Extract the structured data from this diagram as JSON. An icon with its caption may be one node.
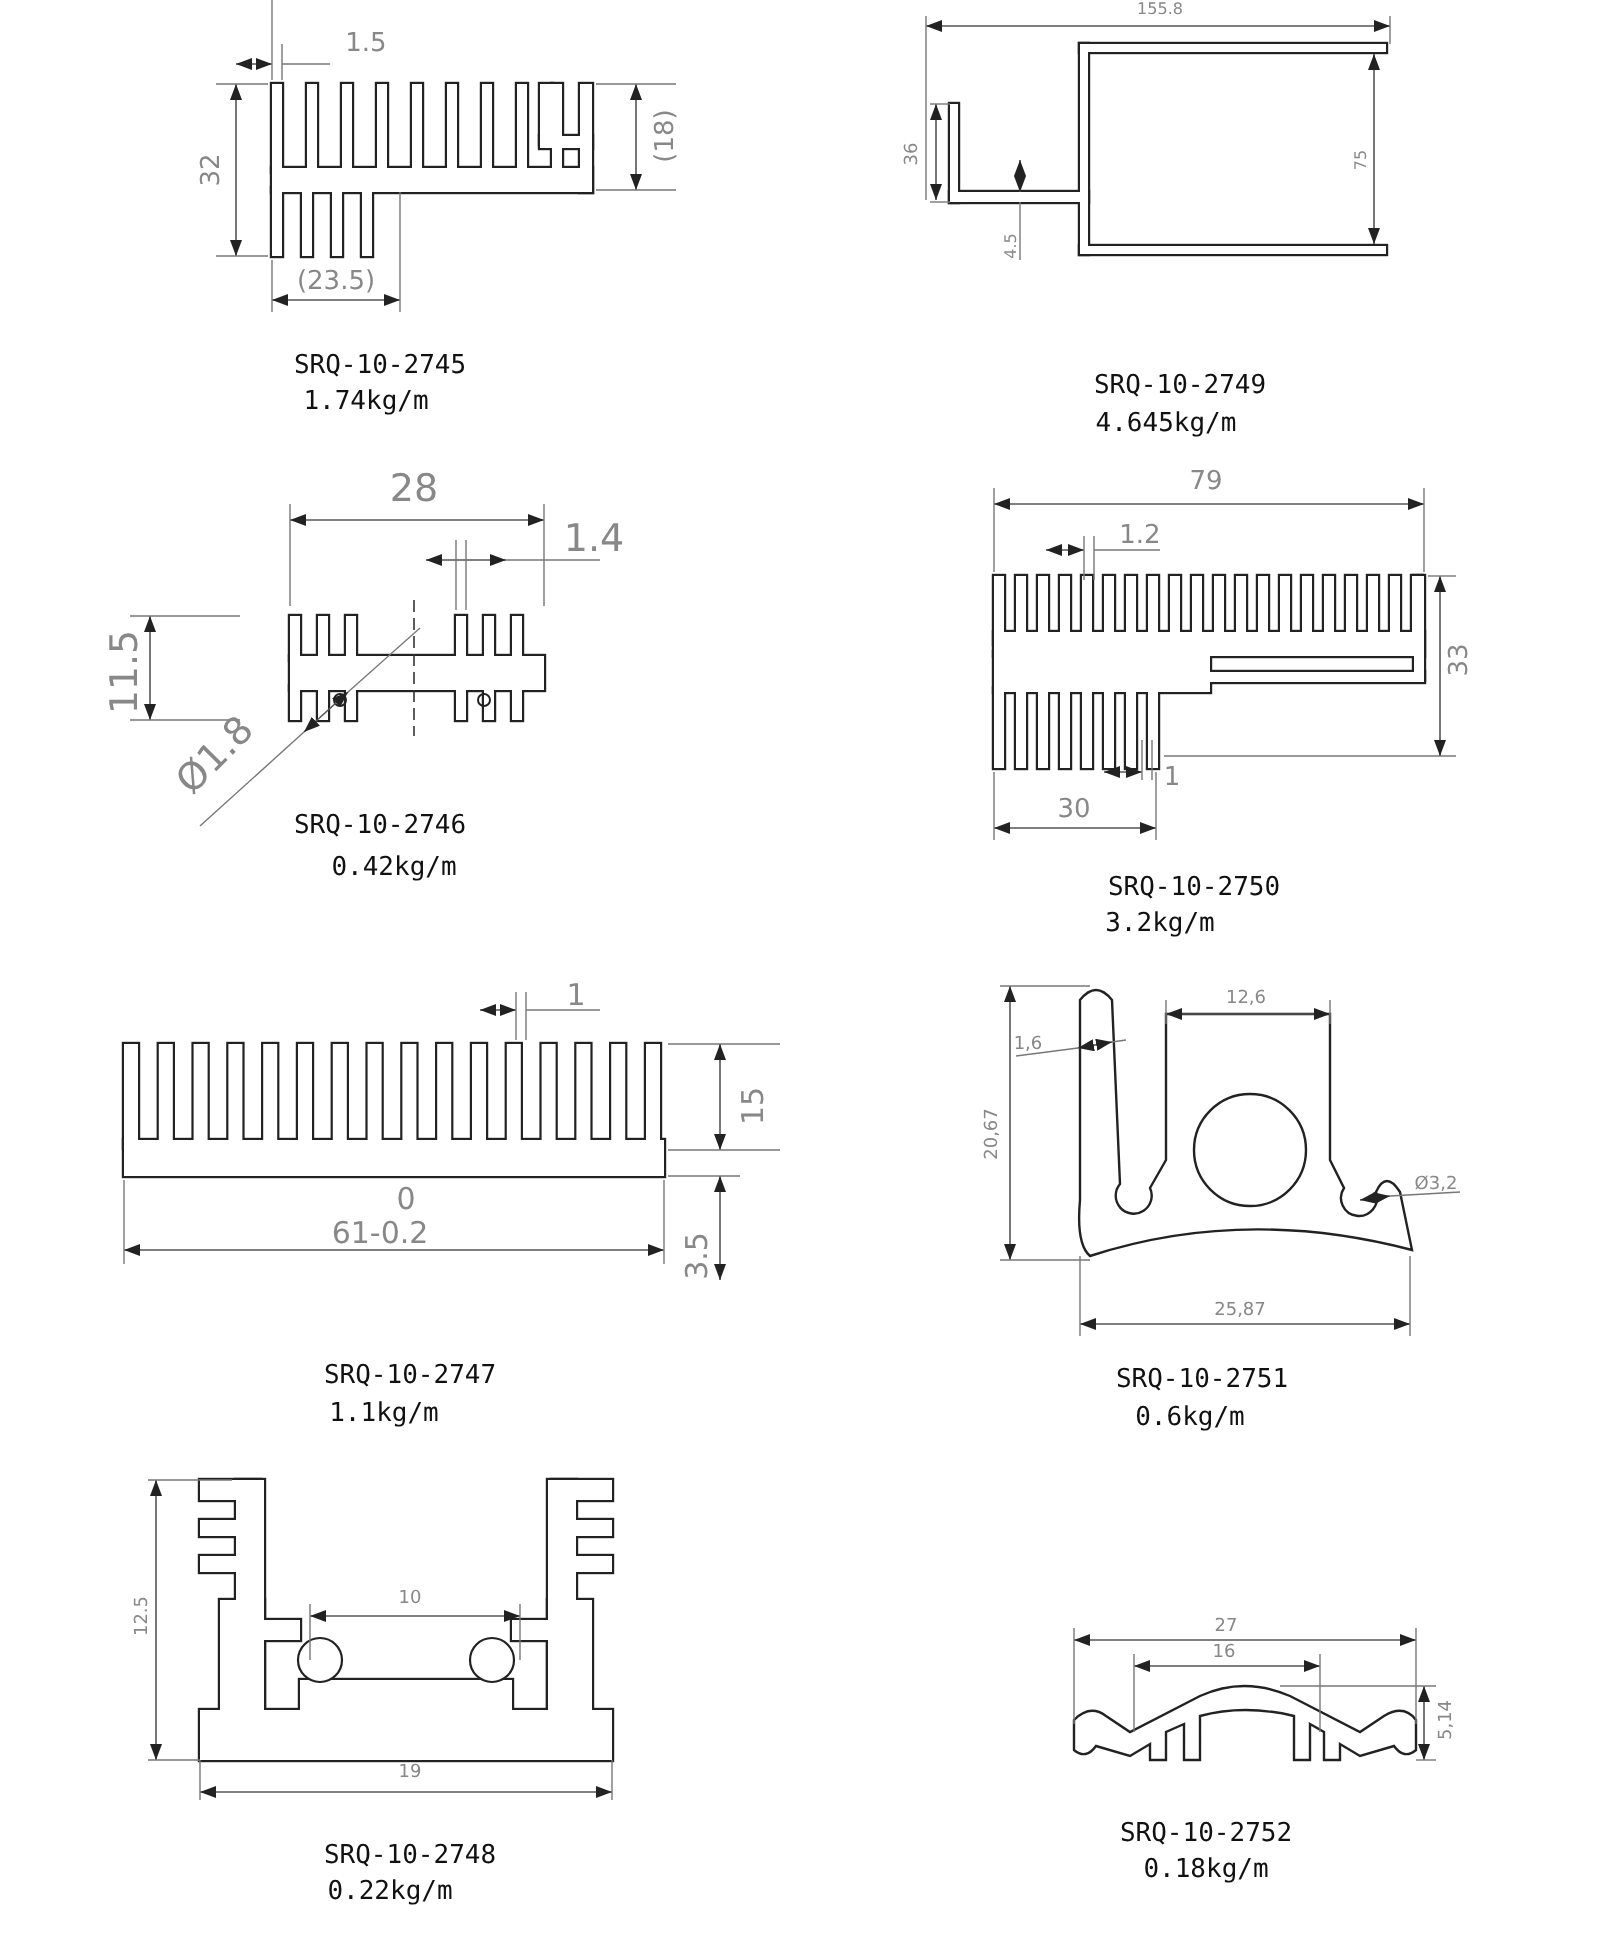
{
  "diagram": {
    "labels": [
      "1.5",
      "32",
      "(18)",
      "(23.5)",
      "SRQ-10-2745",
      "1.74kg/m",
      "155.8",
      "36",
      "75",
      "4.5",
      "SRQ-10-2749",
      "4.645kg/m",
      "28",
      "1.4",
      "11.5",
      "Ø1.8",
      "SRQ-10-2746",
      "0.42kg/m",
      "79",
      "1.2",
      "33",
      "1",
      "30",
      "SRQ-10-2750",
      "3.2kg/m",
      "1",
      "15",
      "0",
      "61-0.2",
      "3.5",
      "SRQ-10-2747",
      "1.1kg/m",
      "12,6",
      "1,6",
      "20,67",
      "Ø3,2",
      "25,87",
      "SRQ-10-2751",
      "0.6kg/m",
      "12.5",
      "10",
      "19",
      "SRQ-10-2748",
      "0.22kg/m",
      "27",
      "16",
      "5,14",
      "SRQ-10-2752",
      "0.18kg/m"
    ]
  }
}
